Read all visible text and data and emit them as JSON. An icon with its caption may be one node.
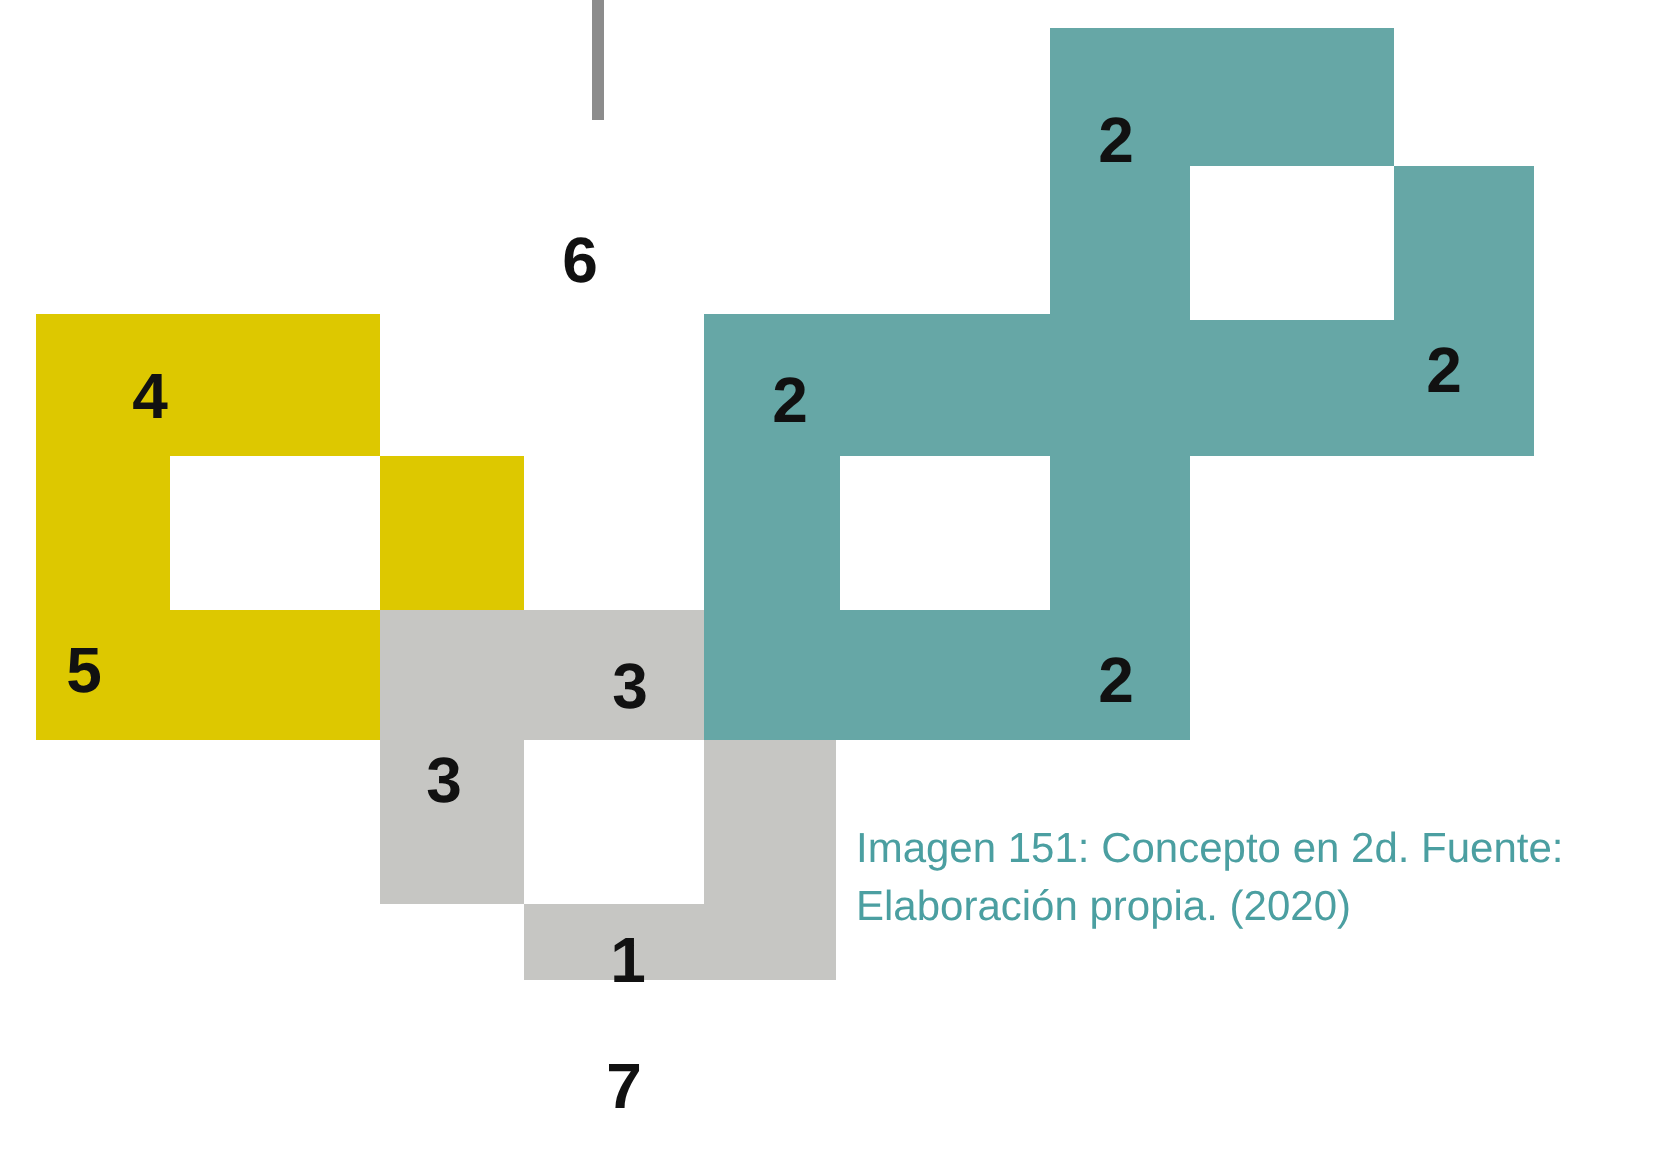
{
  "diagram": {
    "caption": "Imagen 151: Concepto en 2d. Fuente: Elaboración propia. (2020)",
    "labels": [
      "2",
      "6",
      "4",
      "2",
      "2",
      "5",
      "3",
      "2",
      "3",
      "1",
      "7"
    ]
  }
}
